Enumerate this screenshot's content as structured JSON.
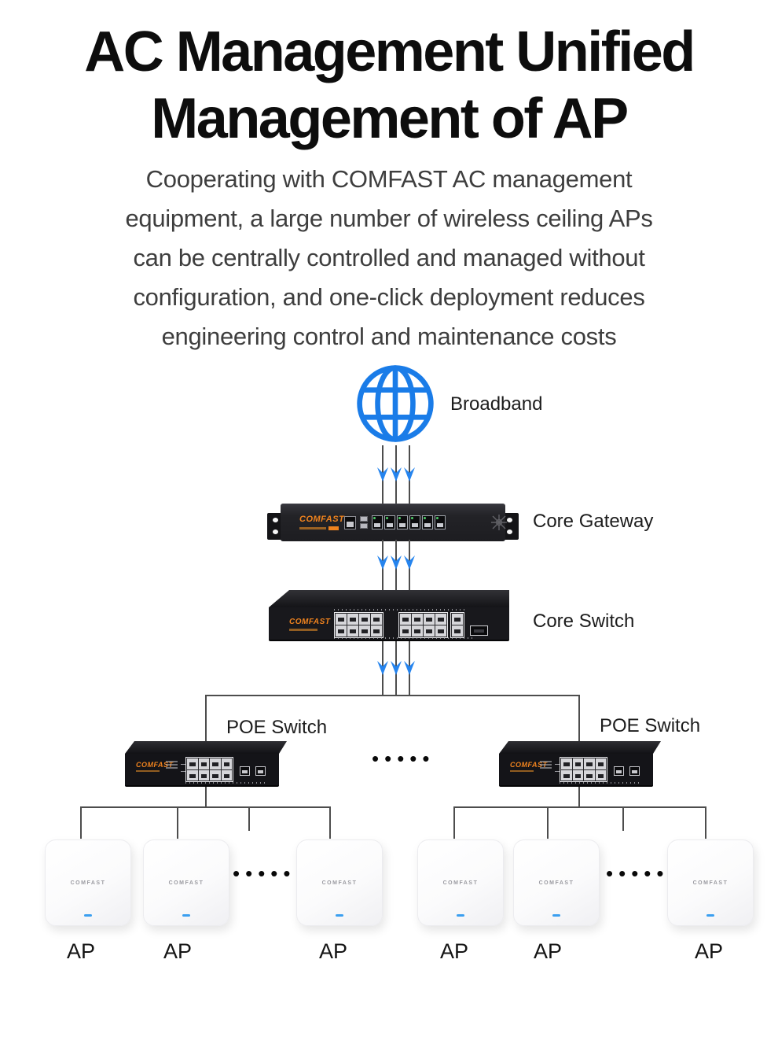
{
  "header": {
    "title_line1": "AC Management Unified",
    "title_line2": "Management of AP",
    "description_lines": [
      "Cooperating with COMFAST AC management",
      "equipment, a large number of wireless ceiling APs",
      "can be centrally controlled and managed without",
      "configuration, and one-click deployment reduces",
      "engineering control and maintenance costs"
    ]
  },
  "diagram": {
    "labels": {
      "broadband": "Broadband",
      "core_gateway": "Core Gateway",
      "core_switch": "Core Switch",
      "poe_switch_left": "POE Switch",
      "poe_switch_right": "POE Switch"
    },
    "brand": "COMFAST",
    "dots": "•••••",
    "ap_labels": [
      "AP",
      "AP",
      "AP",
      "AP",
      "AP",
      "AP"
    ],
    "colors": {
      "globe_blue": "#1a7ce8",
      "arrow_blue": "#2584ee",
      "brand_orange": "#f0831e",
      "line_gray": "#4d4d4d",
      "device_black": "#18181c"
    }
  }
}
